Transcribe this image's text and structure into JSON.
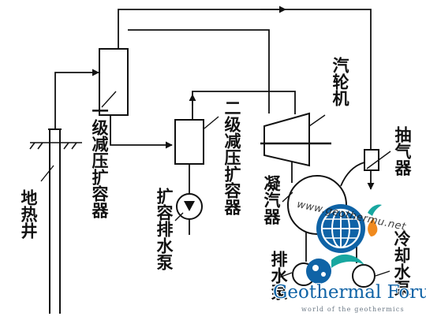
{
  "labels": {
    "geothermal_well": "地热井",
    "primary_flash_vessel": "一级减压扩容器",
    "secondary_flash_vessel": "二级减压扩容器",
    "turbine": "汽轮机",
    "steam_extractor": "抽气器",
    "condenser": "凝汽器",
    "flash_drain_pump": "扩容排水泵",
    "drain_pump": "排水泵",
    "cooling_water_pump": "冷却水泵"
  },
  "watermark": {
    "url": "www.geothermu.net",
    "name": "Geothermal Forum",
    "tagline": "world of the geothermics"
  },
  "colors": {
    "ink": "#111111",
    "watermark_blue": "#0f63a6",
    "watermark_teal": "#18a7a0",
    "watermark_orange": "#f08a1e"
  }
}
